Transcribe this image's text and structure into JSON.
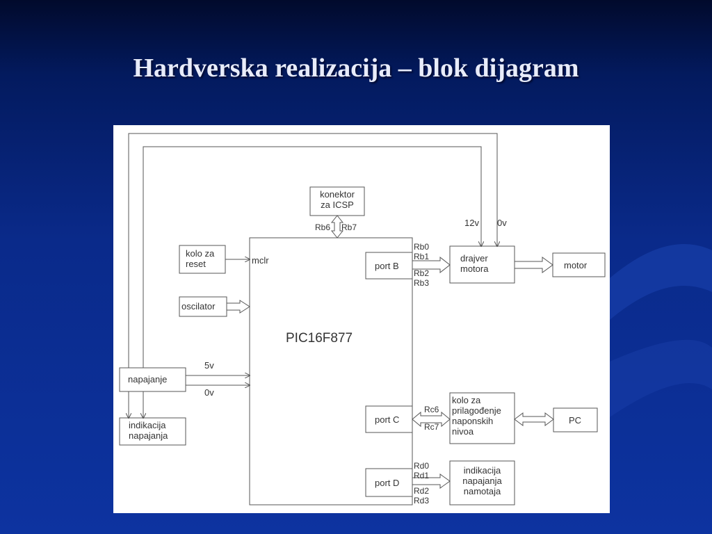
{
  "slide": {
    "title": "Hardverska realizacija – blok dijagram"
  },
  "diagram": {
    "mcu": "PIC16F877",
    "blocks": {
      "icsp": [
        "konektor",
        "za ICSP"
      ],
      "reset": [
        "kolo za",
        "reset"
      ],
      "oscillator": "oscilator",
      "power": "napajanje",
      "power_indicator": [
        "indikacija",
        "napajanja"
      ],
      "port_b": "port B",
      "port_c": "port C",
      "port_d": "port D",
      "driver": [
        "drajver",
        "motora"
      ],
      "motor": "motor",
      "level_adapter": [
        "kolo za",
        "prilagođenje",
        "naponskih",
        "nivoa"
      ],
      "pc": "PC",
      "winding_indicator": [
        "indikacija",
        "napajanja",
        "namotaja"
      ]
    },
    "labels": {
      "mclr": "mclr",
      "rb6": "Rb6",
      "rb7": "Rb7",
      "rb0": "Rb0",
      "rb1": "Rb1",
      "rb2": "Rb2",
      "rb3": "Rb3",
      "rc6": "Rc6",
      "rc7": "Rc7",
      "rd0": "Rd0",
      "rd1": "Rd1",
      "rd2": "Rd2",
      "rd3": "Rd3",
      "v5": "5v",
      "v0_left": "0v",
      "v12": "12v",
      "v0_top": "0v"
    }
  }
}
